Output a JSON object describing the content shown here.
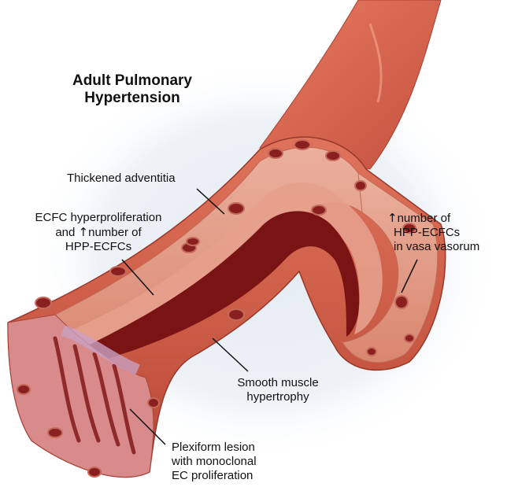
{
  "title": {
    "line1": "Adult Pulmonary",
    "line2": "Hypertension"
  },
  "labels": {
    "thickened_adventitia": "Thickened adventitia",
    "ecfc": {
      "line1": "ECFC hyperproliferation",
      "line2_prefix": "and",
      "line2_suffix": "number of",
      "line3": "HPP-ECFCs"
    },
    "vasa_vasorum": {
      "line1_suffix": "number of",
      "line2": "HPP-ECFCs",
      "line3": "in vasa vasorum"
    },
    "smooth_muscle": {
      "line1": "Smooth muscle",
      "line2": "hypertrophy"
    },
    "plexiform": {
      "line1": "Plexiform lesion",
      "line2": "with monoclonal",
      "line3": "EC proliferation"
    }
  },
  "icons": {
    "up_arrow": "up-arrow-icon"
  },
  "colors": {
    "vessel_outer": "#d9614e",
    "vessel_dark": "#b8402f",
    "adventitia": "#f0c2ad",
    "media": "#e09a86",
    "lumen": "#7a1414",
    "plexiform": "#c98aa8",
    "halo": "#dde5ee"
  }
}
